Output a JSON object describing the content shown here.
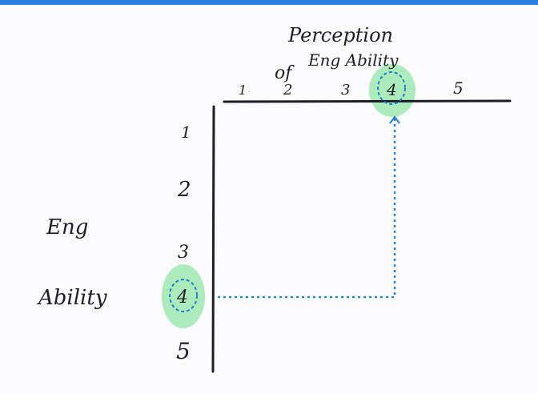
{
  "colors": {
    "top_bar": "#2f7fe0",
    "ink": "#1e1e24",
    "highlight": "#9ee8b0",
    "dotted": "#1f7fd0"
  },
  "diagram": {
    "title_line1": "Perception",
    "title_line2_prefix": "of",
    "title_line2": "Eng Ability",
    "top_axis_ticks": [
      "1",
      "2",
      "3",
      "4",
      "5"
    ],
    "left_axis_ticks": [
      "1",
      "2",
      "3",
      "4",
      "5"
    ],
    "left_label_line1": "Eng",
    "left_label_line2": "Ability",
    "highlighted_top": "4",
    "highlighted_left": "4"
  }
}
